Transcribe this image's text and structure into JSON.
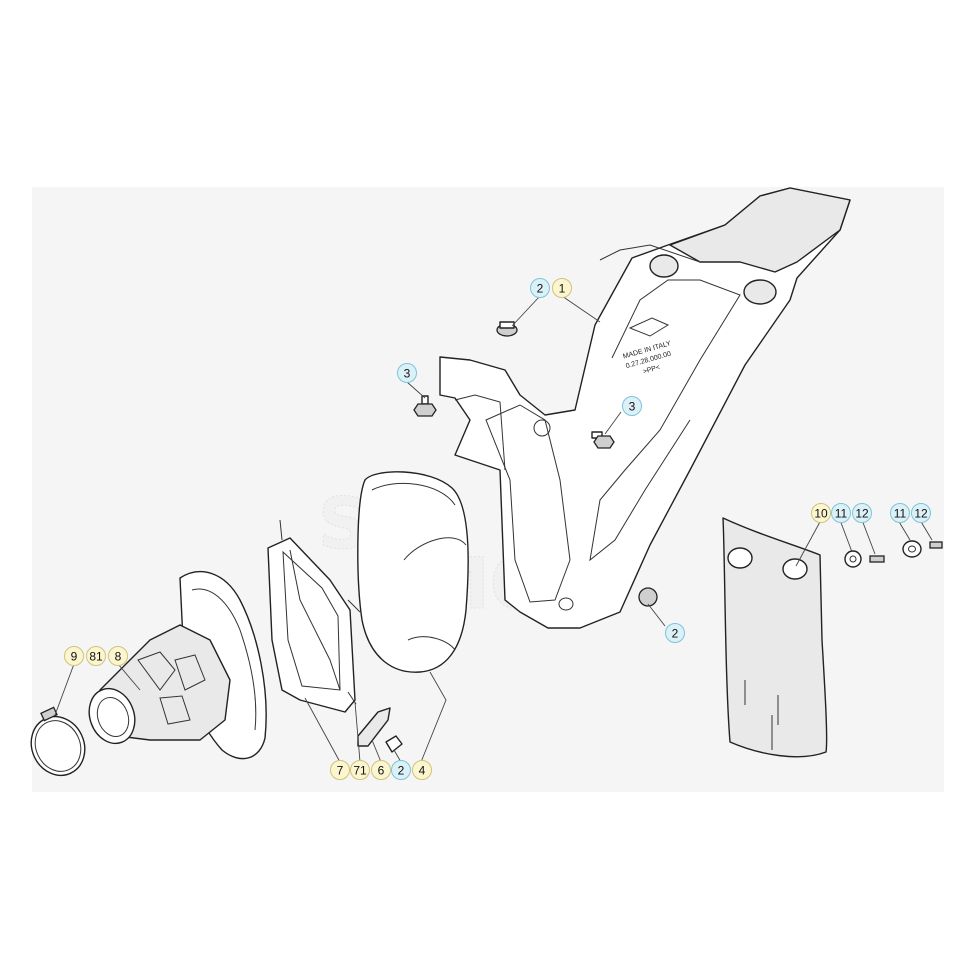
{
  "diagram": {
    "stamp": {
      "line1": "MADE IN ITALY",
      "line2": "0.27.28.000.00",
      "line3": ">PP<"
    },
    "watermark_lines": [
      "SC",
      "MO"
    ],
    "callouts": [
      {
        "id": "c-2-top",
        "label": "2",
        "kind": "blue"
      },
      {
        "id": "c-1",
        "label": "1",
        "kind": "yellow"
      },
      {
        "id": "c-3-left",
        "label": "3",
        "kind": "blue"
      },
      {
        "id": "c-3-mid",
        "label": "3",
        "kind": "blue"
      },
      {
        "id": "c-2-right",
        "label": "2",
        "kind": "blue"
      },
      {
        "id": "c-10",
        "label": "10",
        "kind": "yellow"
      },
      {
        "id": "c-11-a",
        "label": "11",
        "kind": "blue"
      },
      {
        "id": "c-12-a",
        "label": "12",
        "kind": "blue"
      },
      {
        "id": "c-11-b",
        "label": "11",
        "kind": "blue"
      },
      {
        "id": "c-12-b",
        "label": "12",
        "kind": "blue"
      },
      {
        "id": "c-9",
        "label": "9",
        "kind": "yellow"
      },
      {
        "id": "c-81",
        "label": "81",
        "kind": "yellow"
      },
      {
        "id": "c-8",
        "label": "8",
        "kind": "yellow"
      },
      {
        "id": "c-7",
        "label": "7",
        "kind": "yellow"
      },
      {
        "id": "c-71",
        "label": "71",
        "kind": "yellow"
      },
      {
        "id": "c-6",
        "label": "6",
        "kind": "yellow"
      },
      {
        "id": "c-2-bottom",
        "label": "2",
        "kind": "blue"
      },
      {
        "id": "c-4",
        "label": "4",
        "kind": "yellow"
      }
    ],
    "colors": {
      "yellow": "#fbf6cf",
      "blue": "#dcf1f7",
      "line": "#222222",
      "panel": "#f5f5f5"
    }
  }
}
